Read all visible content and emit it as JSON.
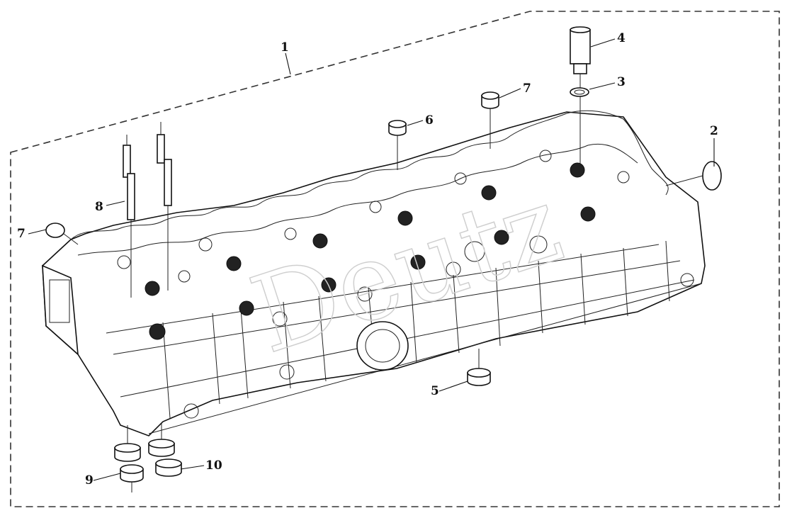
{
  "diagram": {
    "callouts": {
      "c1": "1",
      "c2": "2",
      "c3": "3",
      "c4": "4",
      "c5": "5",
      "c6": "6",
      "c7a": "7",
      "c7b": "7",
      "c8": "8",
      "c9": "9",
      "c10": "10"
    },
    "parts": [
      {
        "id": "1",
        "name": "cylinder-head-assembly"
      },
      {
        "id": "2",
        "name": "plug"
      },
      {
        "id": "3",
        "name": "sealing-washer"
      },
      {
        "id": "4",
        "name": "injector-sleeve"
      },
      {
        "id": "5",
        "name": "cup-plug"
      },
      {
        "id": "6",
        "name": "cup-plug"
      },
      {
        "id": "7",
        "name": "cup-plug"
      },
      {
        "id": "8",
        "name": "stud"
      },
      {
        "id": "9",
        "name": "cup-plug"
      },
      {
        "id": "10",
        "name": "cup-plug"
      }
    ],
    "colors": {
      "line": "#111111",
      "background": "#ffffff",
      "watermark": "#cfcfcf"
    }
  }
}
